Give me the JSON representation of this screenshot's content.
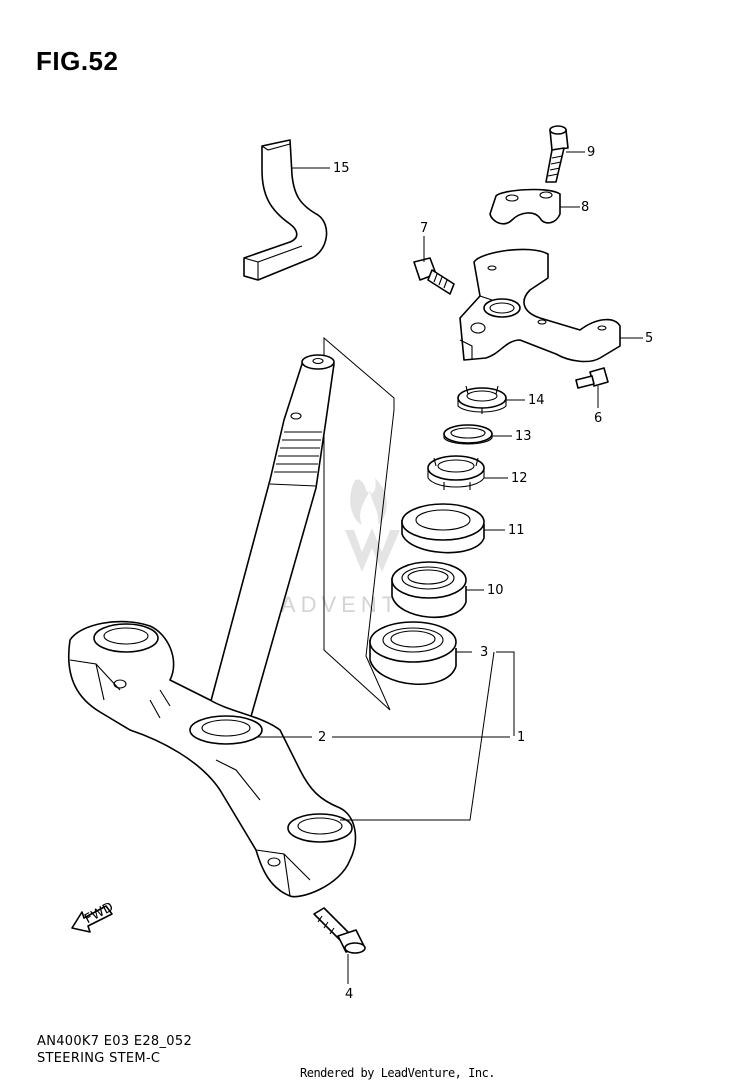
{
  "figure": {
    "title": "FIG.52",
    "model_code": "AN400K7 E03 E28_052",
    "section_name": "STEERING STEM-C",
    "credit": "Rendered by LeadVenture, Inc.",
    "watermark": "LEADVENTURE"
  },
  "callouts": [
    {
      "id": "1",
      "part": "lower-bracket-steering-stem"
    },
    {
      "id": "2",
      "part": "dust-seal"
    },
    {
      "id": "3",
      "part": "bearing-lower"
    },
    {
      "id": "4",
      "part": "bolt-lower"
    },
    {
      "id": "5",
      "part": "upper-bracket"
    },
    {
      "id": "6",
      "part": "bolt-upper-bracket"
    },
    {
      "id": "7",
      "part": "bolt-side"
    },
    {
      "id": "8",
      "part": "handlebar-holder"
    },
    {
      "id": "9",
      "part": "bolt-holder"
    },
    {
      "id": "10",
      "part": "bearing-upper"
    },
    {
      "id": "11",
      "part": "dust-seal-upper"
    },
    {
      "id": "12",
      "part": "stem-nut"
    },
    {
      "id": "13",
      "part": "washer"
    },
    {
      "id": "14",
      "part": "lock-nut"
    },
    {
      "id": "15",
      "part": "hose"
    }
  ],
  "fwd_label": "FWD"
}
